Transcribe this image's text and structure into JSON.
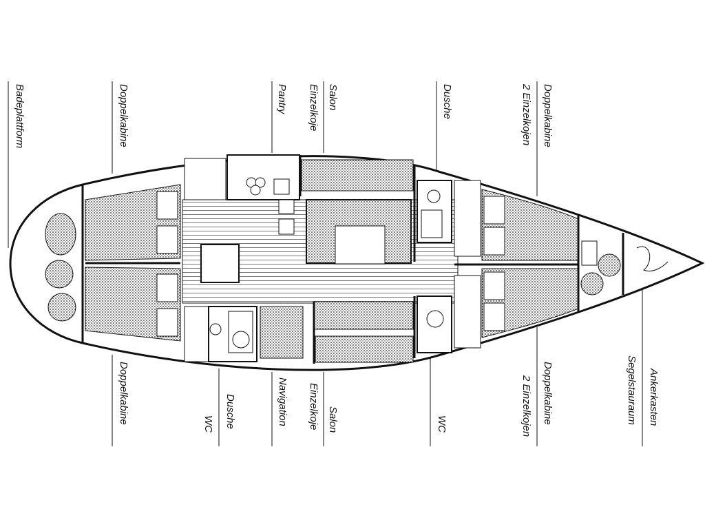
{
  "labels": {
    "top": {
      "badeplattform": "Badeplattform",
      "doppelkabine_aft": "Doppelkabine",
      "pantry": "Pantry",
      "einzelkoje": "Einzelkoje",
      "salon": "Salon",
      "dusche": "Dusche",
      "zwei_einzelkojen": "2 Einzelkojen",
      "doppelkabine_fwd": "Doppelkabine"
    },
    "bottom": {
      "doppelkabine_aft": "Doppelkabine",
      "wc_aft": "WC",
      "dusche": "Dusche",
      "navigation": "Navigation",
      "einzelkoje": "Einzelkoje",
      "salon": "Salon",
      "wc_fwd": "WC",
      "zwei_einzelkojen": "2 Einzelkojen",
      "doppelkabine_fwd": "Doppelkabine",
      "segelstauraum": "Segelstauraum",
      "ankerkasten": "Ankerkasten"
    }
  }
}
